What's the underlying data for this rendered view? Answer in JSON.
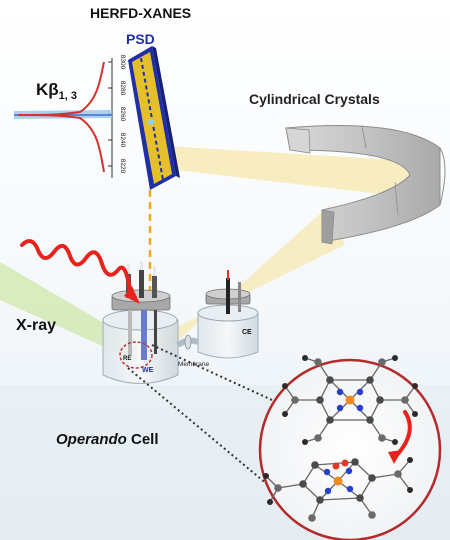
{
  "labels": {
    "technique": "HERFD-XANES",
    "detector": "PSD",
    "emission_line": "Kβ",
    "emission_sub": "1, 3",
    "crystals": "Cylindrical Crystals",
    "source": "X-ray",
    "cell_italic": "Operando",
    "cell_rest": " Cell",
    "membrane": "Membrane",
    "counter_electrode": "CE",
    "working_electrode": "WE",
    "reference_electrode": "RE"
  },
  "energy_axis": {
    "ticks": [
      "8300",
      "8280",
      "8260",
      "8240",
      "8220"
    ]
  },
  "colors": {
    "detector_blue": "#1f2fa8",
    "detector_gold": "#e6c02a",
    "xray_red": "#e8231c",
    "beam_yellow": "#f7e7a6",
    "beam_green": "#cfe7a9",
    "crystal_gray": "#bfbfbf",
    "zoom_circle": "#b52a2a",
    "metal_center": "#f28a1f",
    "nitrogen": "#2a3fc8",
    "carbon": "#4a4a4a"
  }
}
